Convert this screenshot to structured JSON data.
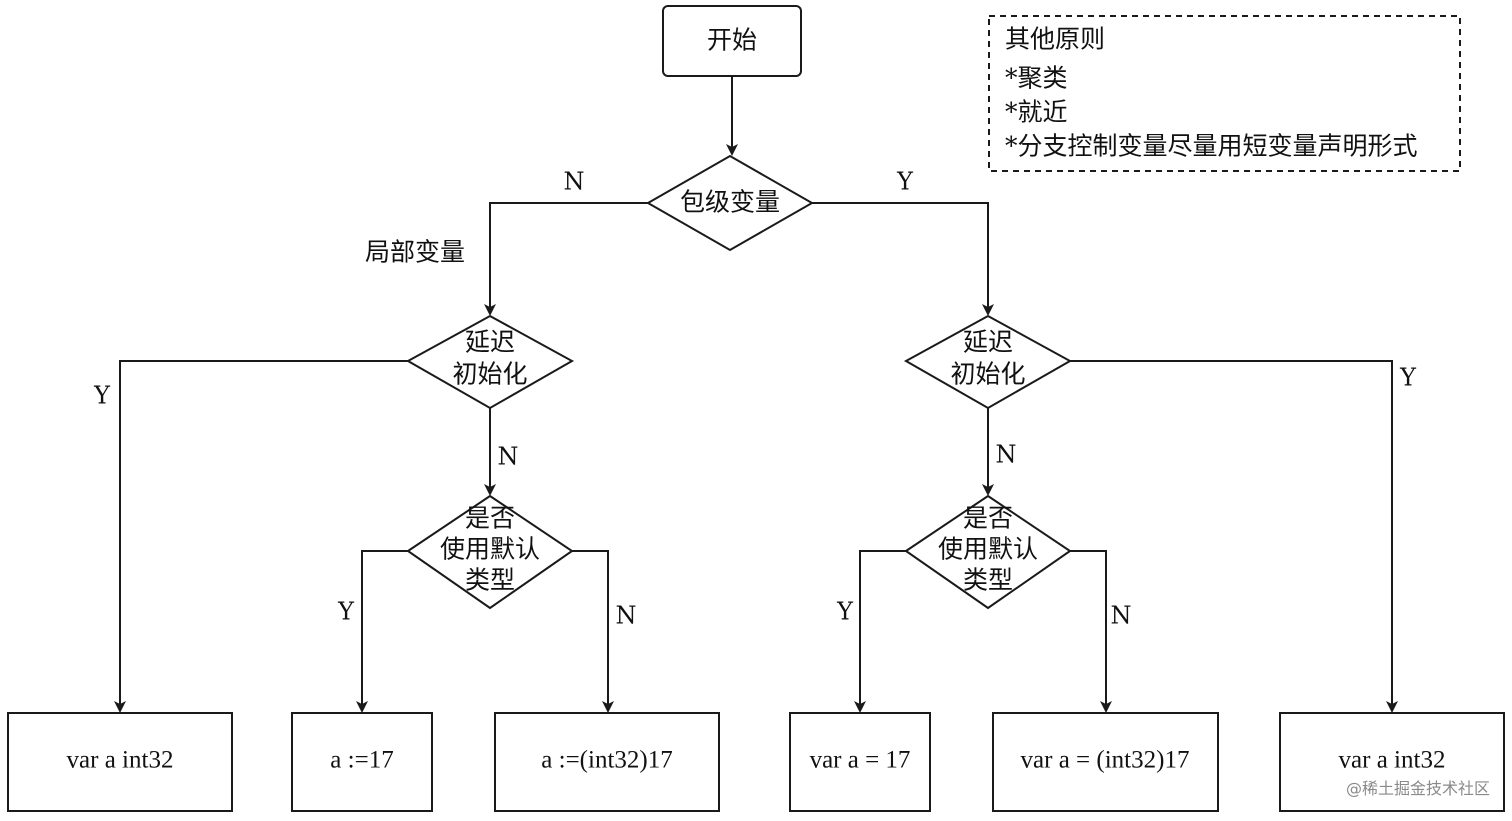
{
  "start": "开始",
  "decisions": {
    "package_var": "包级变量",
    "delay_init": [
      "延迟",
      "初始化"
    ],
    "default_type": [
      "是否",
      "使用默认",
      "类型"
    ]
  },
  "edge_labels": {
    "yes": "Y",
    "no": "N",
    "local_var": "局部变量"
  },
  "outcomes": [
    "var a int32",
    "a :=17",
    "a :=(int32)17",
    "var a = 17",
    "var a = (int32)17",
    "var a int32"
  ],
  "principles": {
    "title": "其他原则",
    "items": [
      "*聚类",
      "*就近",
      "*分支控制变量尽量用短变量声明形式"
    ]
  },
  "watermark": "@稀土掘金技术社区"
}
